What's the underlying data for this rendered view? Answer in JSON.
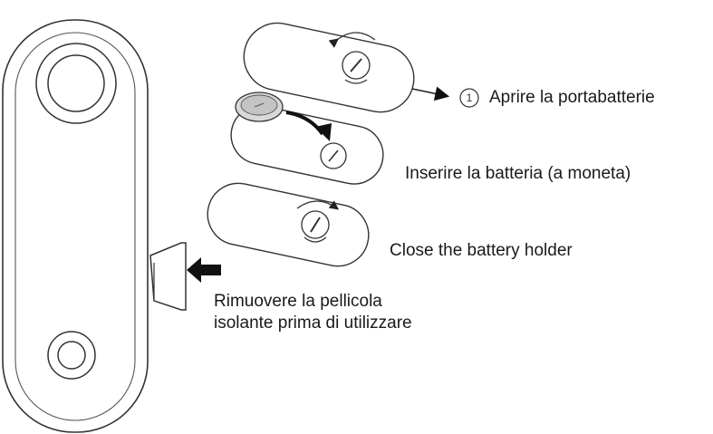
{
  "steps": {
    "open": {
      "number": "1",
      "label": "Aprire la portabatterie"
    },
    "insert": {
      "label": "Inserire la batteria (a moneta)"
    },
    "close": {
      "label": "Close the battery holder"
    }
  },
  "film_note": {
    "line1": "Rimuovere la pellicola",
    "line2": "isolante prima di utilizzare"
  },
  "colors": {
    "line": "#333333",
    "arrow": "#111111",
    "background": "#ffffff"
  }
}
